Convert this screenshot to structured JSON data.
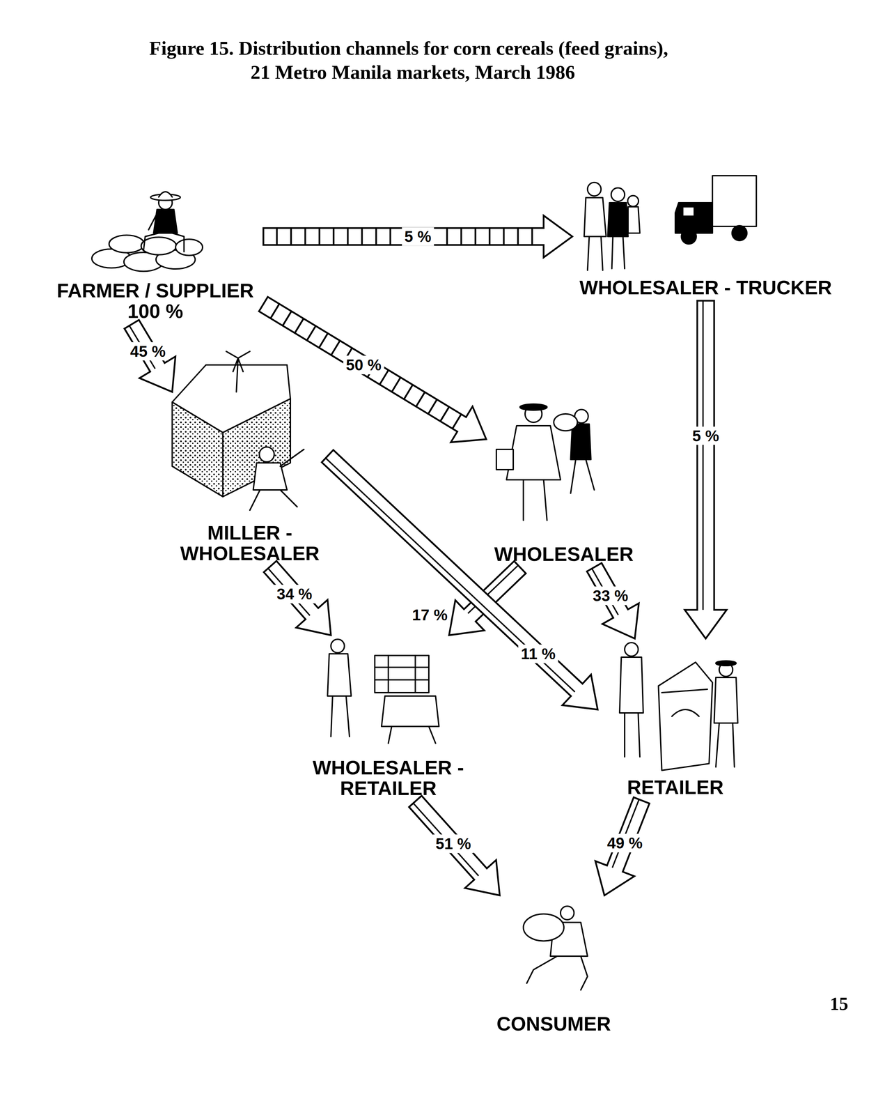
{
  "diagram": {
    "title": "Figure 15. Distribution channels for corn cereals (feed grains), 21 Metro Manila markets, March 1986",
    "nodes": [
      {
        "text": [
          "FARMER / SUPPLIER",
          "100 %"
        ]
      },
      {
        "text": [
          "WHOLESALER - TRUCKER"
        ]
      },
      {
        "text": [
          "MILLER - WHOLESALER"
        ]
      },
      {
        "text": [
          "WHOLESALER"
        ]
      },
      {
        "text": [
          "WHOLESALER - RETAILER"
        ]
      },
      {
        "text": [
          "RETAILER"
        ]
      },
      {
        "text": [
          "CONSUMER"
        ]
      }
    ],
    "edges": [
      {
        "from": 0,
        "to": 1,
        "label": "5 %",
        "arrow": "to"
      },
      {
        "from": 0,
        "to": 2,
        "label": "45 %",
        "arrow": "to"
      },
      {
        "from": 0,
        "to": 3,
        "label": "50 %",
        "arrow": "to"
      },
      {
        "from": 1,
        "to": 5,
        "label": "5 %",
        "arrow": "to"
      },
      {
        "from": 2,
        "to": 4,
        "label": "34 %",
        "arrow": "to"
      },
      {
        "from": 3,
        "to": 4,
        "label": "17 %",
        "arrow": "to"
      },
      {
        "from": 2,
        "to": 5,
        "label": "11 %",
        "arrow": "to"
      },
      {
        "from": 3,
        "to": 5,
        "label": "33 %",
        "arrow": "to"
      },
      {
        "from": 4,
        "to": 6,
        "label": "51 %",
        "arrow": "to"
      },
      {
        "from": 5,
        "to": 6,
        "label": "49 %",
        "arrow": "to"
      }
    ],
    "labels": [
      "15"
    ]
  }
}
